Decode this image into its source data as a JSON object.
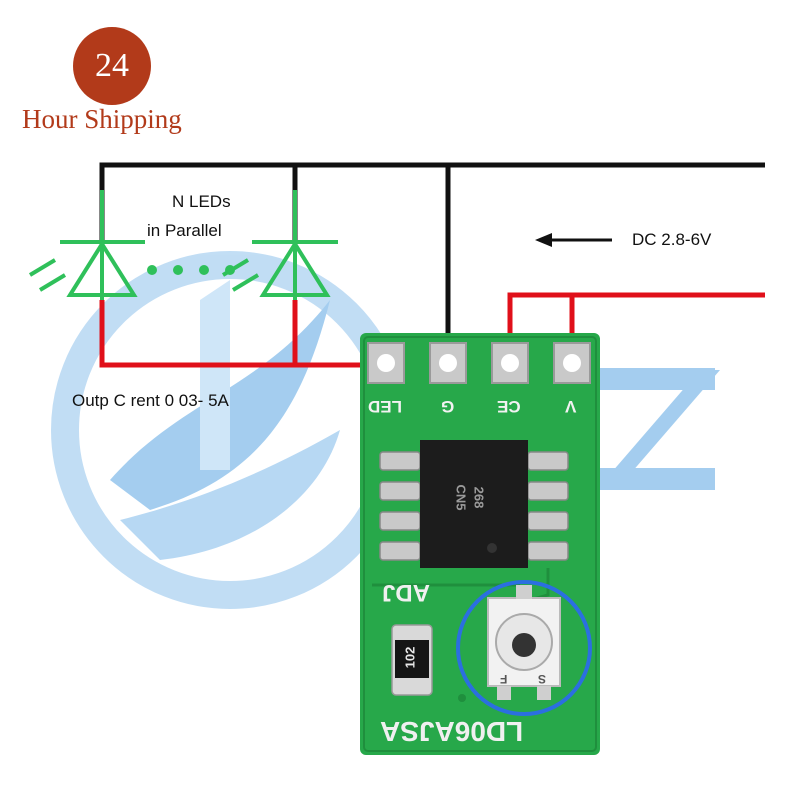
{
  "badge": {
    "number": "24",
    "caption": "Hour Shipping"
  },
  "labels": {
    "leds": "N LEDs",
    "parallel": "in Parallel",
    "output": "Outp    C    rent 0 03-    5A",
    "dc": "DC 2.8-6V"
  },
  "board": {
    "pins": [
      "LED",
      "G",
      "CE",
      "V"
    ],
    "ic_marking_1": "CN5",
    "ic_marking_2": "268",
    "adj_label": "ADJ",
    "resistor_code": "102",
    "model": "LD06AJSA",
    "pot_marks": [
      "F",
      "S"
    ]
  },
  "colors": {
    "board_green": "#27a84a",
    "wire_red": "#e0101a",
    "wire_black": "#111111",
    "led_green": "#2fc05a",
    "badge_red": "#b23a1a",
    "watermark_blue": "#3d8fd6"
  }
}
